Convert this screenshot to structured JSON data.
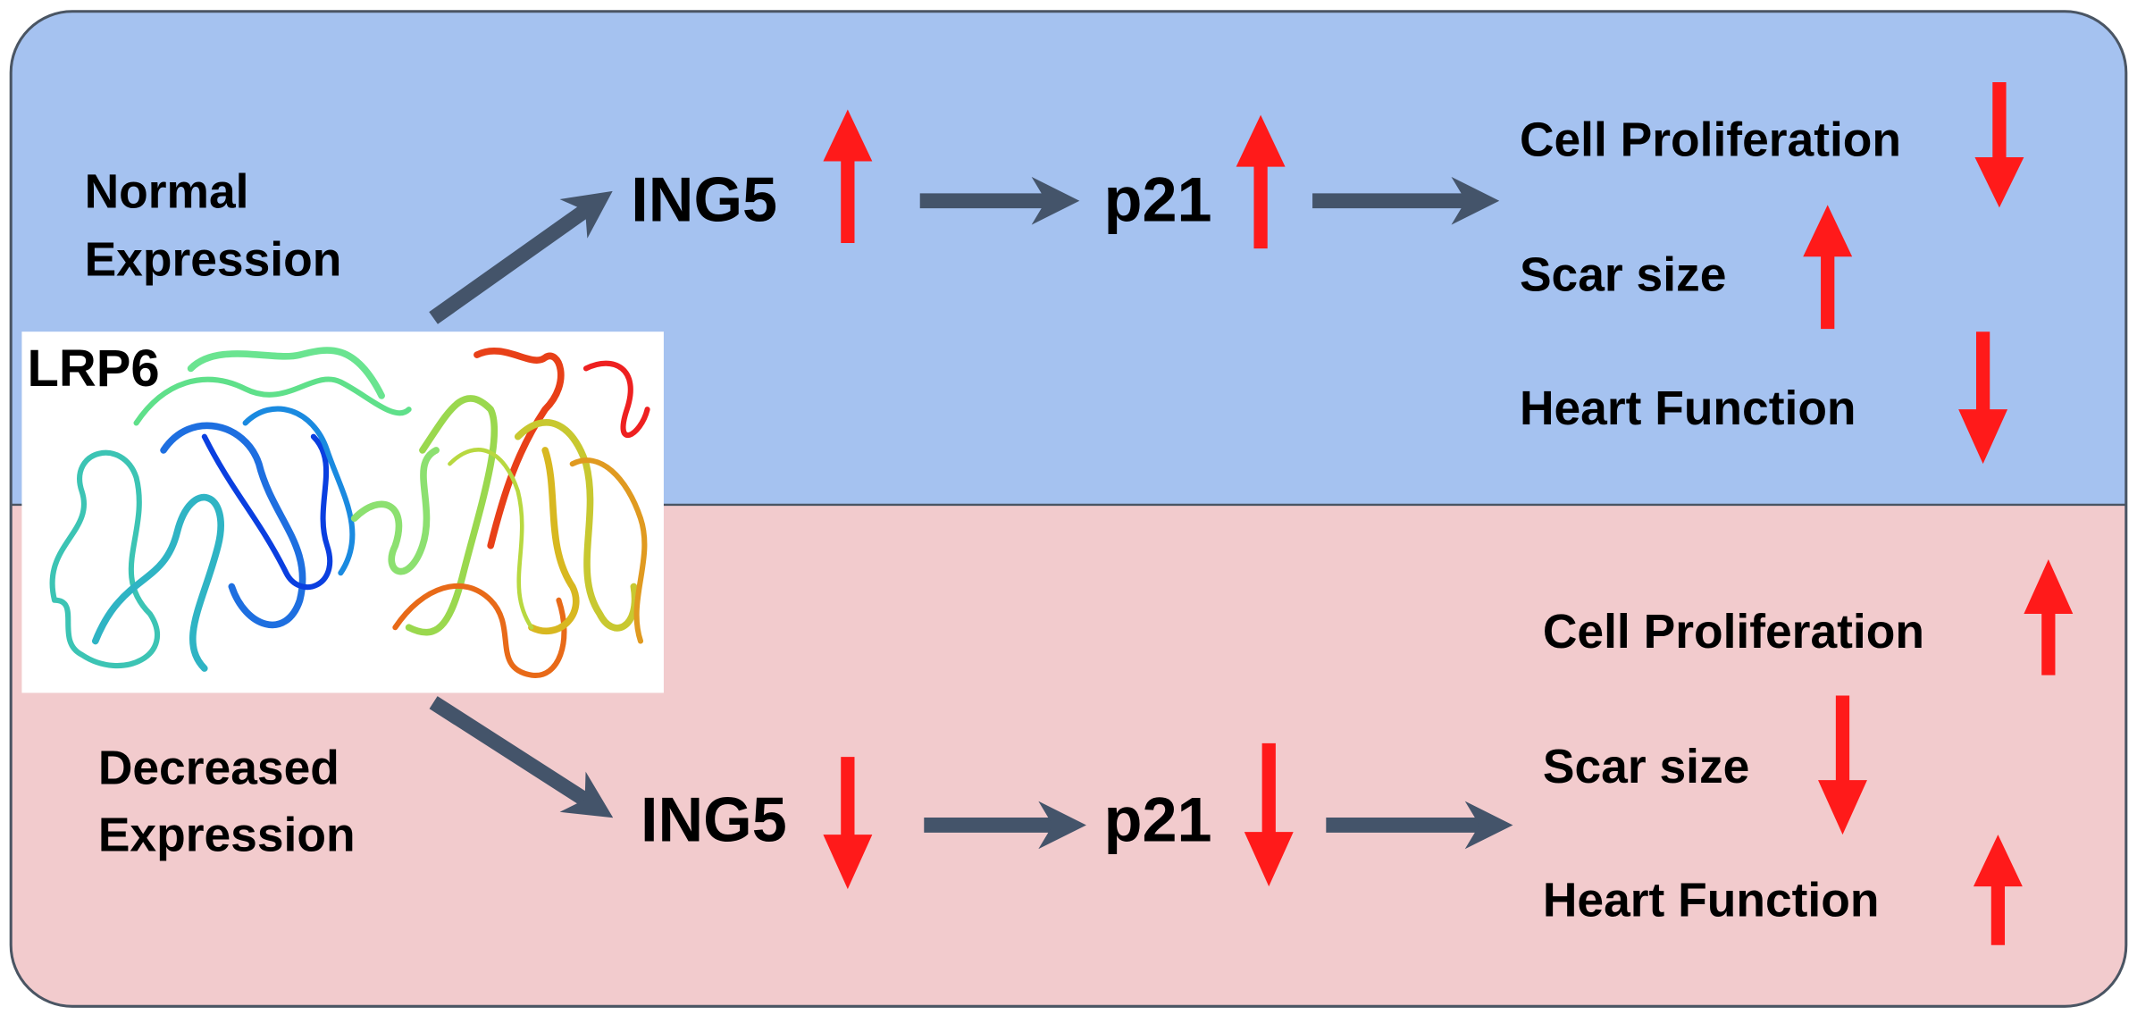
{
  "colors": {
    "top_bg": "#a5c2f0",
    "bottom_bg": "#f2cbcd",
    "arrow": "#44546a",
    "indicator": "#ff1a1a",
    "border": "#4a5563"
  },
  "protein": {
    "label": "LRP6"
  },
  "normal": {
    "condition_line1": "Normal",
    "condition_line2": "Expression",
    "gene1": "ING5",
    "gene1_dir": "up",
    "gene2": "p21",
    "gene2_dir": "up",
    "outcomes": [
      {
        "label": "Cell Proliferation",
        "dir": "down"
      },
      {
        "label": "Scar size",
        "dir": "up"
      },
      {
        "label": "Heart Function",
        "dir": "down"
      }
    ]
  },
  "decreased": {
    "condition_line1": "Decreased",
    "condition_line2": "Expression",
    "gene1": "ING5",
    "gene1_dir": "down",
    "gene2": "p21",
    "gene2_dir": "down",
    "outcomes": [
      {
        "label": "Cell Proliferation",
        "dir": "up"
      },
      {
        "label": "Scar size",
        "dir": "down"
      },
      {
        "label": "Heart Function",
        "dir": "up"
      }
    ]
  }
}
